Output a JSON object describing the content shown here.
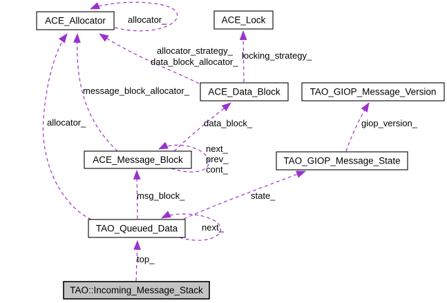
{
  "diagram": {
    "kind": "collaboration-graph",
    "edge_color": "#9a32cd",
    "node_fill": "#ffffff",
    "node_border": "#000000",
    "highlight_node_fill": "#c4c4c4",
    "nodes": [
      {
        "id": "ace-allocator",
        "label": "ACE_Allocator"
      },
      {
        "id": "ace-lock",
        "label": "ACE_Lock"
      },
      {
        "id": "ace-data-block",
        "label": "ACE_Data_Block"
      },
      {
        "id": "tao-giop-message-version",
        "label": "TAO_GIOP_Message_Version"
      },
      {
        "id": "ace-message-block",
        "label": "ACE_Message_Block"
      },
      {
        "id": "tao-giop-message-state",
        "label": "TAO_GIOP_Message_State"
      },
      {
        "id": "tao-queued-data",
        "label": "TAO_Queued_Data"
      },
      {
        "id": "tao-incoming-message-stack",
        "label": "TAO::Incoming_Message_Stack",
        "highlighted": true
      }
    ],
    "edges": [
      {
        "from": "ACE_Allocator",
        "to": "ACE_Allocator",
        "label": "allocator_"
      },
      {
        "from": "ACE_Data_Block",
        "to": "ACE_Allocator",
        "labels": [
          "allocator_strategy_",
          "data_block_allocator_"
        ]
      },
      {
        "from": "ACE_Data_Block",
        "to": "ACE_Lock",
        "label": "locking_strategy_"
      },
      {
        "from": "ACE_Message_Block",
        "to": "ACE_Allocator",
        "label": "message_block_allocator_"
      },
      {
        "from": "TAO_Queued_Data",
        "to": "ACE_Allocator",
        "label": "allocator_"
      },
      {
        "from": "ACE_Message_Block",
        "to": "ACE_Data_Block",
        "label": "data_block_"
      },
      {
        "from": "TAO_GIOP_Message_State",
        "to": "TAO_GIOP_Message_Version",
        "label": "giop_version_"
      },
      {
        "from": "ACE_Message_Block",
        "to": "ACE_Message_Block",
        "labels": [
          "next_",
          "prev_",
          "cont_"
        ]
      },
      {
        "from": "TAO_Queued_Data",
        "to": "ACE_Message_Block",
        "label": "msg_block_"
      },
      {
        "from": "TAO_Queued_Data",
        "to": "TAO_GIOP_Message_State",
        "label": "state_"
      },
      {
        "from": "TAO_Queued_Data",
        "to": "TAO_Queued_Data",
        "label": "next_"
      },
      {
        "from": "TAO::Incoming_Message_Stack",
        "to": "TAO_Queued_Data",
        "label": "top_"
      }
    ]
  }
}
